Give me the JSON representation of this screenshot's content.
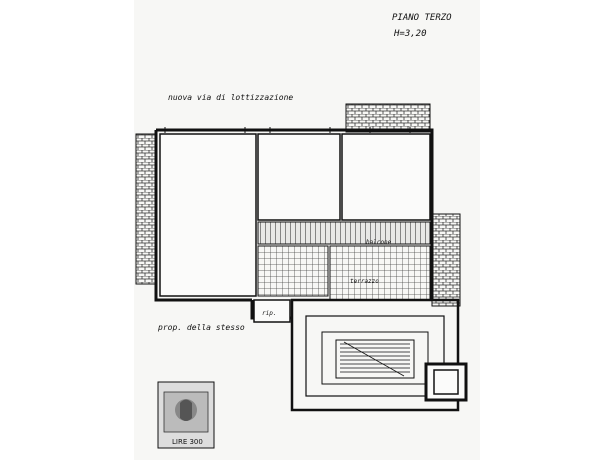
{
  "header": {
    "floor_label": "PIANO TERZO",
    "height_label": "H=3,20"
  },
  "labels": {
    "street": "nuova via di lottizzazione",
    "property": "prop. della stesso",
    "small_room": "rip.",
    "balcony": "balcone",
    "terrace": "terrazzo"
  },
  "stamp": {
    "value": "LIRE 300"
  },
  "colors": {
    "line": "#111111",
    "sheet": "#f7f7f5",
    "hatch": "#222222"
  }
}
